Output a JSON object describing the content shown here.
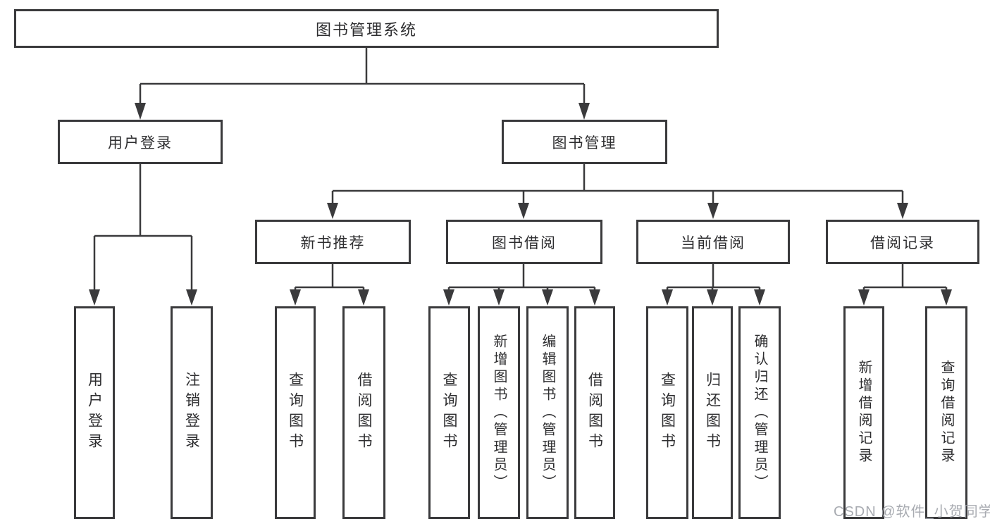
{
  "colors": {
    "line": "#3a3a3c",
    "box_border": "#3a3a3c",
    "text": "#2e2e30",
    "background": "#ffffff",
    "watermark": "#9ea2a8"
  },
  "watermark": {
    "text": "CSDN @软件_小贺同学"
  },
  "tree": {
    "root": {
      "label": "图书管理系统",
      "children": [
        {
          "label": "用户登录",
          "children": [
            {
              "label": "用户登录"
            },
            {
              "label": "注销登录"
            }
          ]
        },
        {
          "label": "图书管理",
          "children": [
            {
              "label": "新书推荐",
              "children": [
                {
                  "label": "查询图书"
                },
                {
                  "label": "借阅图书"
                }
              ]
            },
            {
              "label": "图书借阅",
              "children": [
                {
                  "label": "查询图书"
                },
                {
                  "label": "新增图书（管理员）"
                },
                {
                  "label": "编辑图书（管理员）"
                },
                {
                  "label": "借阅图书"
                }
              ]
            },
            {
              "label": "当前借阅",
              "children": [
                {
                  "label": "查询图书"
                },
                {
                  "label": "归还图书"
                },
                {
                  "label": "确认归还（管理员）"
                }
              ]
            },
            {
              "label": "借阅记录",
              "children": [
                {
                  "label": "新增借阅记录"
                },
                {
                  "label": "查询借阅记录"
                }
              ]
            }
          ]
        }
      ]
    }
  }
}
